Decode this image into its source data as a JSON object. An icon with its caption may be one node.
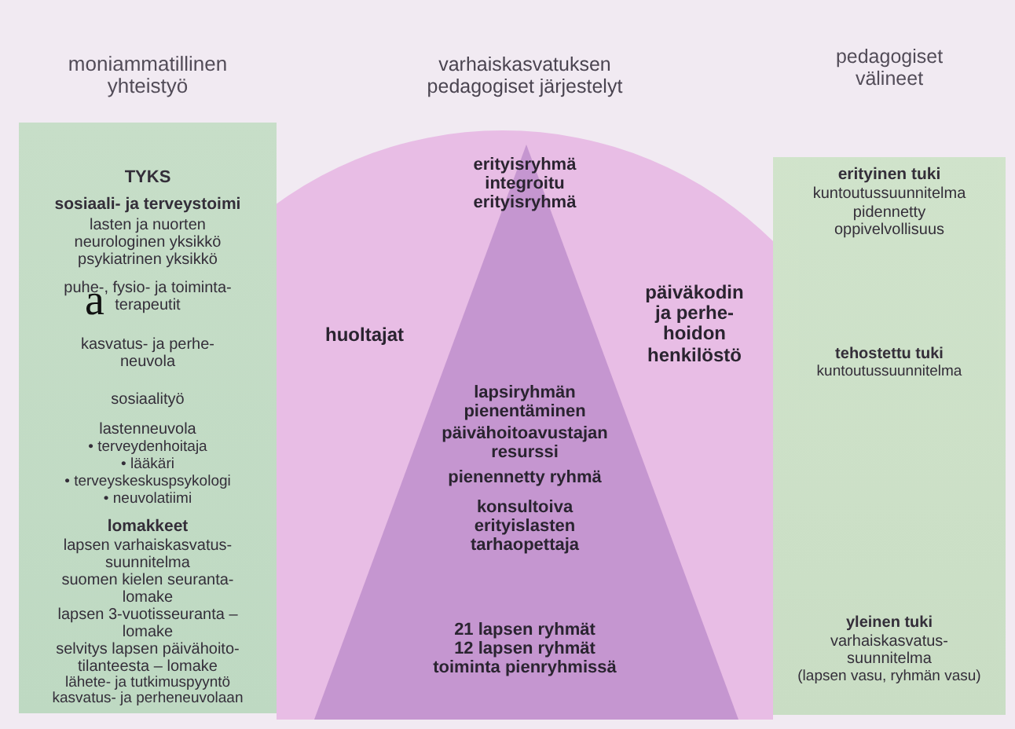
{
  "diagram": {
    "nodes": [
      {
        "text": [
          "moniammatillinen yhteistyö",
          "TYKS",
          "sosiaali- ja terveystoimi",
          "lasten ja nuorten neurologinen yksikkö",
          "psykiatrinen yksikkö",
          "puhe-, fysio- ja toiminta- terapeutit",
          "kasvatus- ja perhe- neuvola",
          "sosiaalityö",
          "lastenneuvola",
          "• terveydenhoitaja",
          "• lääkäri",
          "• terveyskeskuspsykologi",
          "• neuvolatiimi",
          "lomakkeet",
          "lapsen varhaiskasvatus- suunnitelma",
          "suomen kielen seuranta- lomake",
          "lapsen 3-vuotisseuranta – lomake",
          "selvitys lapsen päivähoito- tilanteesta – lomake",
          "lähete- ja tutkimuspyyntö kasvatus- ja perheneuvolaan"
        ]
      },
      {
        "text": [
          "varhaiskasvatuksen pedagogiset järjestelyt",
          "huoltajat",
          "päiväkodin ja perhe- hoidon henkilöstö"
        ]
      },
      {
        "text": [
          "erityisryhmä",
          "integroitu erityisryhmä",
          "lapsiryhmän pienentäminen",
          "päivähoitoavustajan resurssi",
          "pienennetty ryhmä",
          "konsultoiva erityislasten tarhaopettaja",
          "21 lapsen ryhmät",
          "12 lapsen ryhmät",
          "toiminta pienryhmissä"
        ],
        "in": 1
      },
      {
        "text": [
          "pedagogiset välineet",
          "erityinen tuki",
          "kuntoutussuunnitelma",
          "pidennetty oppivelvollisuus",
          "tehostettu tuki",
          "kuntoutussuunnitelma",
          "yleinen tuki",
          "varhaiskasvatus- suunnitelma",
          "(lapsen vasu, ryhmän vasu)"
        ]
      }
    ],
    "labels": [
      "a"
    ]
  }
}
